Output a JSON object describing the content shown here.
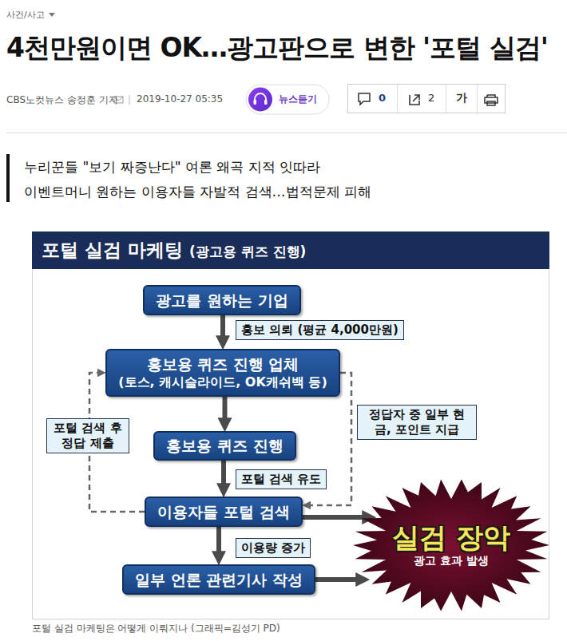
{
  "diagram": {
    "title": "4천만원이면 OK…광고판으로 변한 '포털 실검'",
    "caption": "포털 실검 마케팅은 어떻게 이뤄지나 (그래픽=김성기 PD)",
    "nodes": [
      {
        "text": [
          "포털 실검 마케팅",
          "(광고용 퀴즈 진행)"
        ]
      },
      {
        "text": [
          "광고를 원하는 기업"
        ]
      },
      {
        "text": [
          "홍보용 퀴즈 진행 업체",
          "(토스, 캐시슬라이드, OK캐쉬백 등)"
        ]
      },
      {
        "text": [
          "홍보용 퀴즈 진행"
        ]
      },
      {
        "text": [
          "이용자들 포털 검색"
        ]
      },
      {
        "text": [
          "일부 언론 관련기사 작성"
        ]
      },
      {
        "text": [
          "실검 장악",
          "광고 효과 발생"
        ]
      }
    ],
    "edges": [
      {
        "from": 1,
        "to": 2,
        "arrow": "to",
        "label": "홍보 의뢰 (평균 4,000만원)"
      },
      {
        "from": 2,
        "to": 3,
        "arrow": "to"
      },
      {
        "from": 3,
        "to": 4,
        "arrow": "to",
        "label": "포털 검색 유도"
      },
      {
        "from": 4,
        "to": 2,
        "arrow": "to",
        "label": "포털 검색 후 정답 제출"
      },
      {
        "from": 2,
        "to": 4,
        "arrow": "to",
        "label": "정답자 중 일부 현금, 포인트 지급"
      },
      {
        "from": 4,
        "to": 5,
        "arrow": "to",
        "label": "이용량 증가"
      },
      {
        "from": 4,
        "to": 6,
        "arrow": "to"
      },
      {
        "from": 5,
        "to": 6,
        "arrow": "to"
      }
    ],
    "labels": [
      "사건/사고",
      "CBS노컷뉴스 송정훈 기자",
      "2019-10-27 05:35",
      "뉴스듣기",
      "0",
      "2",
      "가",
      "누리꾼들 \"보기 짜증난다\" 여론 왜곡 지적 잇따라",
      "이벤트머니 원하는 이용자들 자발적 검색…법적문제 피해"
    ]
  }
}
